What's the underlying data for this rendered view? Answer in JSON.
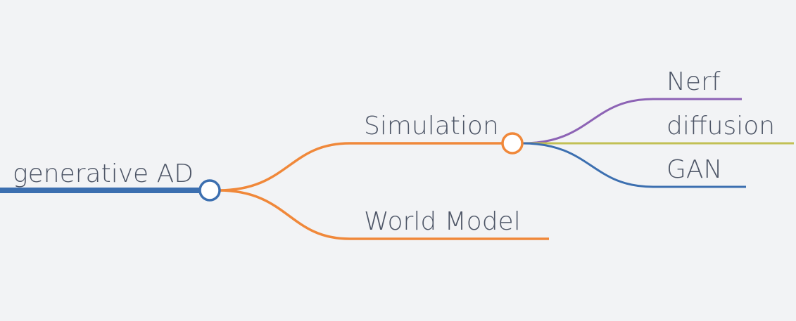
{
  "mindmap": {
    "root": {
      "label": "generative AD",
      "color": "#3c6fb0"
    },
    "branches": [
      {
        "label": "Simulation",
        "color": "#f0883a",
        "children": [
          {
            "label": "Nerf",
            "color": "#8d63b5"
          },
          {
            "label": "diffusion",
            "color": "#c2c055"
          },
          {
            "label": "GAN",
            "color": "#3c6fb0"
          }
        ]
      },
      {
        "label": "World Model",
        "color": "#f0883a"
      }
    ],
    "background": "#f2f3f5"
  }
}
